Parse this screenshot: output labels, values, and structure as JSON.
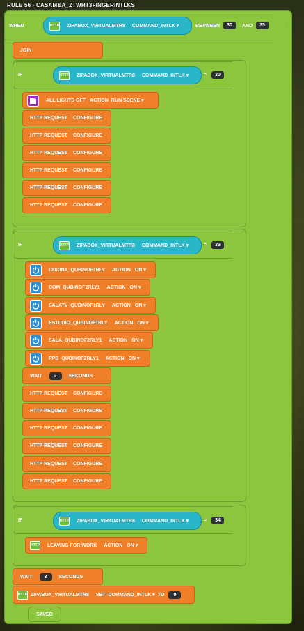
{
  "rule_title": "RULE 56 - CASAM&A_ZTWHT3FINGERINTLKS",
  "when": {
    "label": "WHEN",
    "device": "ZIPABOX_VIRTUALMTR8",
    "attribute": "COMMAND_INTLK",
    "operator": "BETWEEN",
    "low": "30",
    "and_label": "AND",
    "high": "35"
  },
  "join_label": "JOIN",
  "if1": {
    "label": "IF",
    "device": "ZIPABOX_VIRTUALMTR8",
    "attribute": "COMMAND_INTLK",
    "operator": "=",
    "value": "30",
    "scene": {
      "name": "ALL LIGHTS OFF",
      "action_label": "ACTION",
      "action": "RUN SCENE"
    },
    "http": [
      {
        "label": "HTTP REQUEST",
        "action": "CONFIGURE"
      },
      {
        "label": "HTTP REQUEST",
        "action": "CONFIGURE"
      },
      {
        "label": "HTTP REQUEST",
        "action": "CONFIGURE"
      },
      {
        "label": "HTTP REQUEST",
        "action": "CONFIGURE"
      },
      {
        "label": "HTTP REQUEST",
        "action": "CONFIGURE"
      },
      {
        "label": "HTTP REQUEST",
        "action": "CONFIGURE"
      }
    ]
  },
  "if2": {
    "label": "IF",
    "device": "ZIPABOX_VIRTUALMTR8",
    "attribute": "COMMAND_INTLK",
    "operator": "=",
    "value": "33",
    "switches": [
      {
        "name": "COCINA_QUBINOF1RLY",
        "action_label": "ACTION",
        "action": "ON"
      },
      {
        "name": "COM_QUBINOF2RLY1",
        "action_label": "ACTION",
        "action": "ON"
      },
      {
        "name": "SALATV_QUBINOF1RLY",
        "action_label": "ACTION",
        "action": "ON"
      },
      {
        "name": "ESTUDIO_QUBINOF1RLY",
        "action_label": "ACTION",
        "action": "ON"
      },
      {
        "name": "SALA_QUBINOF2RLY1",
        "action_label": "ACTION",
        "action": "ON"
      },
      {
        "name": "PPB_QUBINOF2RLY1",
        "action_label": "ACTION",
        "action": "ON"
      }
    ],
    "wait": {
      "label": "WAIT",
      "value": "2",
      "unit": "SECONDS"
    },
    "http": [
      {
        "label": "HTTP REQUEST",
        "action": "CONFIGURE"
      },
      {
        "label": "HTTP REQUEST",
        "action": "CONFIGURE"
      },
      {
        "label": "HTTP REQUEST",
        "action": "CONFIGURE"
      },
      {
        "label": "HTTP REQUEST",
        "action": "CONFIGURE"
      },
      {
        "label": "HTTP REQUEST",
        "action": "CONFIGURE"
      },
      {
        "label": "HTTP REQUEST",
        "action": "CONFIGURE"
      }
    ]
  },
  "if3": {
    "label": "IF",
    "device": "ZIPABOX_VIRTUALMTR8",
    "attribute": "COMMAND_INTLK",
    "operator": "=",
    "value": "34",
    "scene": {
      "name": "LEAVING FOR WORK",
      "action_label": "ACTION",
      "action": "ON"
    }
  },
  "wait_final": {
    "label": "WAIT",
    "value": "3",
    "unit": "SECONDS"
  },
  "set_block": {
    "device": "ZIPABOX_VIRTUALMTR8",
    "set_label": "SET",
    "attribute": "COMMAND_INTLK",
    "to_label": "TO",
    "value": "0"
  },
  "saved_label": "SAVED",
  "icon_text": "HTTP"
}
